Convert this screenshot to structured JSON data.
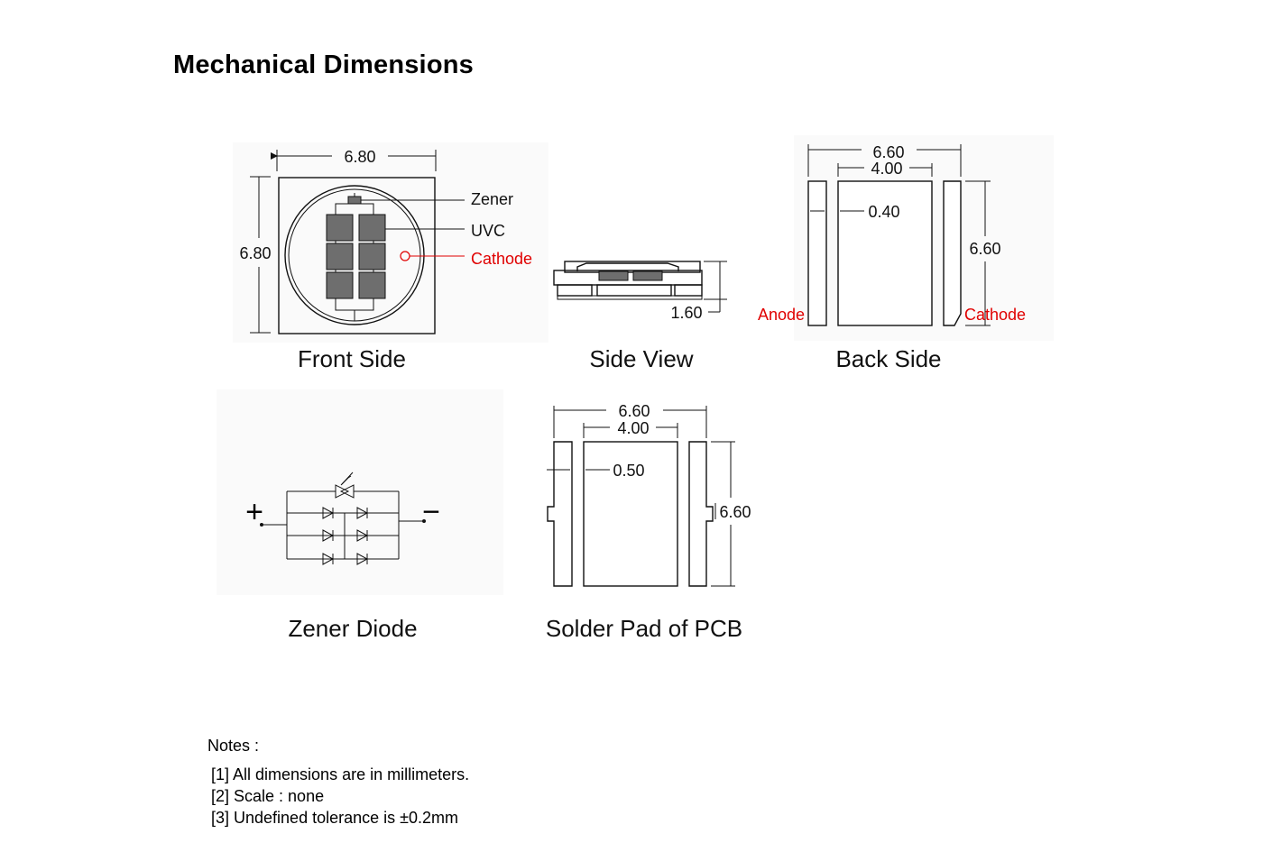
{
  "title": "Mechanical Dimensions",
  "views": {
    "front": {
      "label": "Front Side",
      "width": "6.80",
      "height": "6.80",
      "callouts": {
        "zener": "Zener",
        "uvc": "UVC",
        "cathode": "Cathode"
      }
    },
    "side": {
      "label": "Side View",
      "thickness": "1.60"
    },
    "back": {
      "label": "Back Side",
      "overall_width": "6.60",
      "center_pad_width": "4.00",
      "gap": "0.40",
      "height": "6.60",
      "anode": "Anode",
      "cathode": "Cathode"
    },
    "zener": {
      "label": "Zener Diode",
      "plus": "+",
      "minus": "−"
    },
    "solder": {
      "label": "Solder Pad of PCB",
      "overall_width": "6.60",
      "center_pad_width": "4.00",
      "gap": "0.50",
      "height": "6.60"
    }
  },
  "notes": {
    "heading": "Notes :",
    "items": [
      "[1] All dimensions are in millimeters.",
      "[2] Scale :  none",
      "[3] Undefined tolerance is ±0.2mm"
    ]
  },
  "colors": {
    "accent_red": "#e00000",
    "chip_gray": "#6e6e6e"
  }
}
